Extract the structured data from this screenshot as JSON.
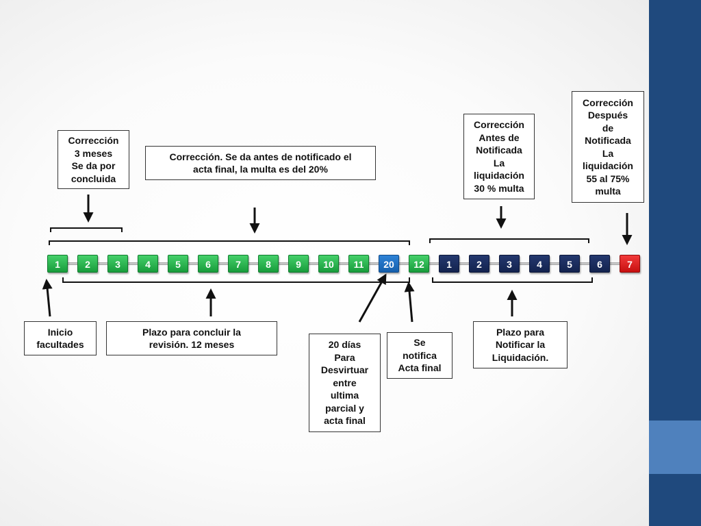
{
  "slide": {
    "colors": {
      "green": "#2bb24c",
      "blue": "#1f6fc4",
      "navy": "#1a2b5e",
      "red": "#e01e1e",
      "side_bar": "#1f497d",
      "side_accent": "#4f81bd"
    },
    "callouts": {
      "correccion_3_meses": "Corrección\n3 meses\nSe da por\nconcluida",
      "correccion_antes_notificado": "Corrección. Se da antes de notificado el\nacta final, la multa es del 20%",
      "correccion_antes_liquidacion": "Corrección\nAntes de\nNotificada\nLa\nliquidación\n30 % multa",
      "correccion_despues_liquidacion": "Corrección\nDespués\nde\nNotificada\nLa\nliquidación\n55 al 75%\nmulta",
      "inicio_facultades": "Inicio\nfacultades",
      "plazo_concluir": "Plazo para concluir la\nrevisión. 12 meses",
      "veinte_dias": "20 días\nPara\nDesvirtuar\nentre\nultima\nparcial y\nacta final",
      "se_notifica": "Se\nnotifica\nActa final",
      "plazo_notificar": "Plazo para\nNotificar la\nLiquidación."
    },
    "timeline": [
      {
        "label": "1",
        "color": "green"
      },
      {
        "label": "2",
        "color": "green"
      },
      {
        "label": "3",
        "color": "green"
      },
      {
        "label": "4",
        "color": "green"
      },
      {
        "label": "5",
        "color": "green"
      },
      {
        "label": "6",
        "color": "green"
      },
      {
        "label": "7",
        "color": "green"
      },
      {
        "label": "8",
        "color": "green"
      },
      {
        "label": "9",
        "color": "green"
      },
      {
        "label": "10",
        "color": "green"
      },
      {
        "label": "11",
        "color": "green"
      },
      {
        "label": "20",
        "color": "blue"
      },
      {
        "label": "12",
        "color": "green"
      },
      {
        "label": "1",
        "color": "navy"
      },
      {
        "label": "2",
        "color": "navy"
      },
      {
        "label": "3",
        "color": "navy"
      },
      {
        "label": "4",
        "color": "navy"
      },
      {
        "label": "5",
        "color": "navy"
      },
      {
        "label": "6",
        "color": "navy"
      },
      {
        "label": "7",
        "color": "red"
      }
    ]
  }
}
